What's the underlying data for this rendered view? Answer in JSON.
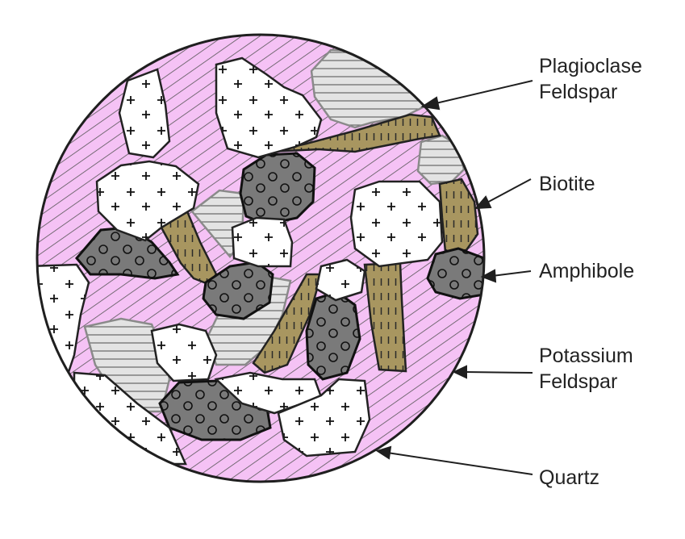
{
  "labels": {
    "plagioclase": {
      "line1": "Plagioclase",
      "line2": "Feldspar"
    },
    "biotite": {
      "line1": "Biotite"
    },
    "amphibole": {
      "line1": "Amphibole"
    },
    "potassium": {
      "line1": "Potassium",
      "line2": "Feldspar"
    },
    "quartz": {
      "line1": "Quartz"
    }
  },
  "colors": {
    "potassium_feldspar": "#f5c2f5",
    "plagioclase_feldspar": "#e3e3e3",
    "biotite": "#a89660",
    "amphibole": "#7a7a7a",
    "quartz": "#ffffff",
    "outline": "#1f1f1f"
  }
}
